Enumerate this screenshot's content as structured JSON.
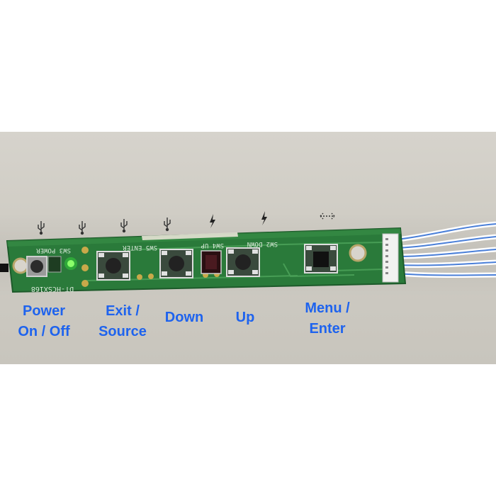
{
  "silkscreen": {
    "power": "SW3 POWER",
    "enter": "SW5 ENTER",
    "up": "SW4 UP",
    "down": "SW2 DOWN",
    "model": "DT-HCSX168"
  },
  "labels": [
    {
      "line1": "Power",
      "line2": "On / Off"
    },
    {
      "line1": "Exit /",
      "line2": "Source"
    },
    {
      "line1": "Down",
      "line2": ""
    },
    {
      "line1": "Up",
      "line2": ""
    },
    {
      "line1": "Menu /",
      "line2": "Enter"
    }
  ],
  "icons": [
    "usb-icon",
    "usb-icon",
    "usb-icon",
    "usb-icon",
    "lightning-icon",
    "lightning-icon",
    "arrows-left-right-icon"
  ],
  "colors": {
    "label": "#1e63ee",
    "pcb": "#2a7a3a",
    "led": "#39ff3a",
    "wire": "#4a7fd8"
  }
}
